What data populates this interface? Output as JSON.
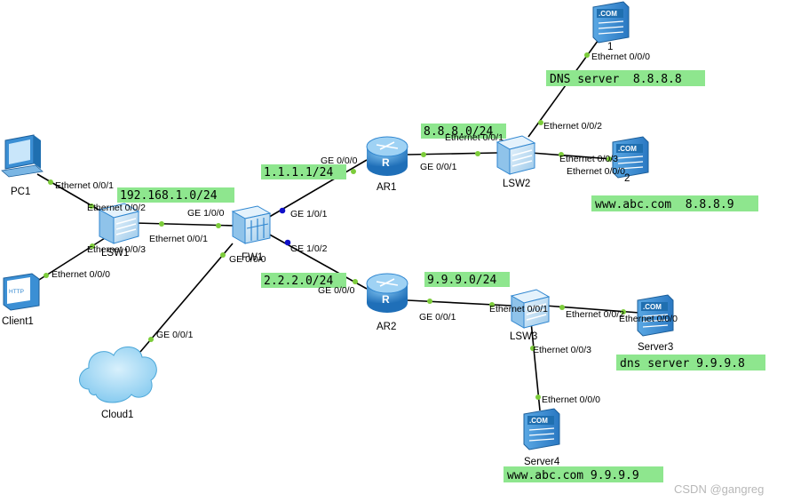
{
  "colors": {
    "note_bg": "#8ee68e",
    "port_dot": "#7ccc3a",
    "port_dot_active": "#1010c8",
    "device_blue": "#2f86d0",
    "device_light": "#c9e3f6",
    "cloud": "#8fd0f0"
  },
  "devices": {
    "pc1": "PC1",
    "client1": "Client1",
    "cloud1": "Cloud1",
    "lsw1": "LSW1",
    "fw1": "FW1",
    "ar1": "AR1",
    "ar2": "AR2",
    "lsw2": "LSW2",
    "lsw3": "LSW3",
    "server1": "1",
    "server2": "2",
    "server3": "Server3",
    "server4": "Server4"
  },
  "icons": {
    "pc": "pc-icon",
    "client": "http-client-icon",
    "cloud": "cloud-icon",
    "switch": "switch-icon",
    "firewall": "firewall-icon",
    "router": "router-icon",
    "server": "com-server-icon",
    "server_badge": ".COM",
    "client_badge": "HTTP"
  },
  "ports": {
    "pc1_eth001": "Ethernet 0/0/1",
    "lsw1_eth002": "Ethernet 0/0/2",
    "lsw1_eth003": "Ethernet 0/0/3",
    "client1_eth000": "Ethernet 0/0/0",
    "lsw1_eth001": "Ethernet 0/0/1",
    "fw1_ge100": "GE 1/0/0",
    "fw1_ge000": "GE 0/0/0",
    "cloud1_ge001": "GE 0/0/1",
    "fw1_ge101": "GE 1/0/1",
    "fw1_ge102": "GE 1/0/2",
    "ar1_ge000": "GE 0/0/0",
    "ar1_ge001": "GE 0/0/1",
    "ar2_ge000": "GE 0/0/0",
    "ar2_ge001": "GE 0/0/1",
    "lsw2_eth001": "Ethernet 0/0/1",
    "lsw2_eth002": "Ethernet 0/0/2",
    "lsw2_eth003": "Ethernet 0/0/3",
    "server1_eth000": "Ethernet 0/0/0",
    "server2_eth000": "Ethernet 0/0/0",
    "lsw3_eth001": "Ethernet 0/0/1",
    "lsw3_eth002": "Ethernet 0/0/2",
    "lsw3_eth003": "Ethernet 0/0/3",
    "server3_eth000": "Ethernet 0/0/0",
    "server4_eth000": "Ethernet 0/0/0"
  },
  "notes": {
    "lan": "192.168.1.0/24",
    "ar1_net": "1.1.1.1/24",
    "ar2_net": "2.2.2.0/24",
    "lsw2_net": "8.8.8.0/24",
    "lsw3_net": "9.9.9.0/24",
    "dns1": "DNS server  8.8.8.8",
    "web1": "www.abc.com  8.8.8.9",
    "dns2": "dns server 9.9.9.8",
    "web2": "www.abc.com 9.9.9.9"
  },
  "watermark": "CSDN @gangreg"
}
